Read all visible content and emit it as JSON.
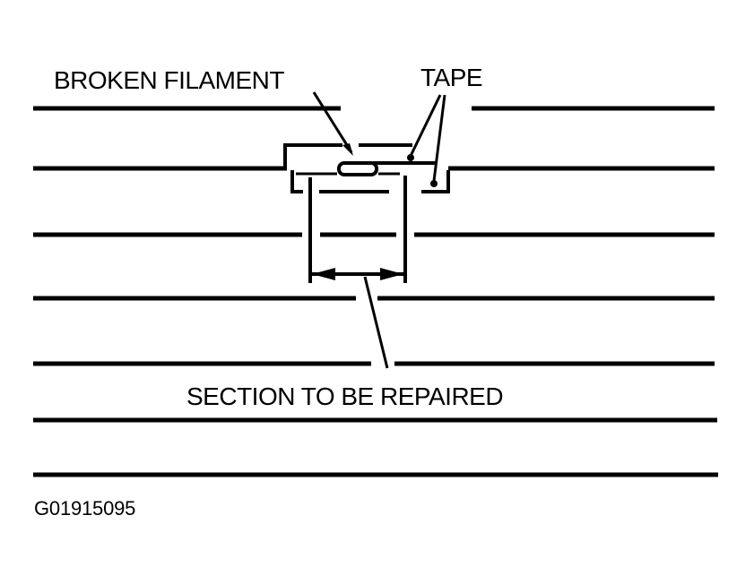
{
  "labels": {
    "broken_filament": "BROKEN FILAMENT",
    "tape": "TAPE",
    "section_to_be_repaired": "SECTION TO BE REPAIRED"
  },
  "figure_id": "G01915095",
  "colors": {
    "ink": "#000000",
    "background": "#ffffff"
  }
}
